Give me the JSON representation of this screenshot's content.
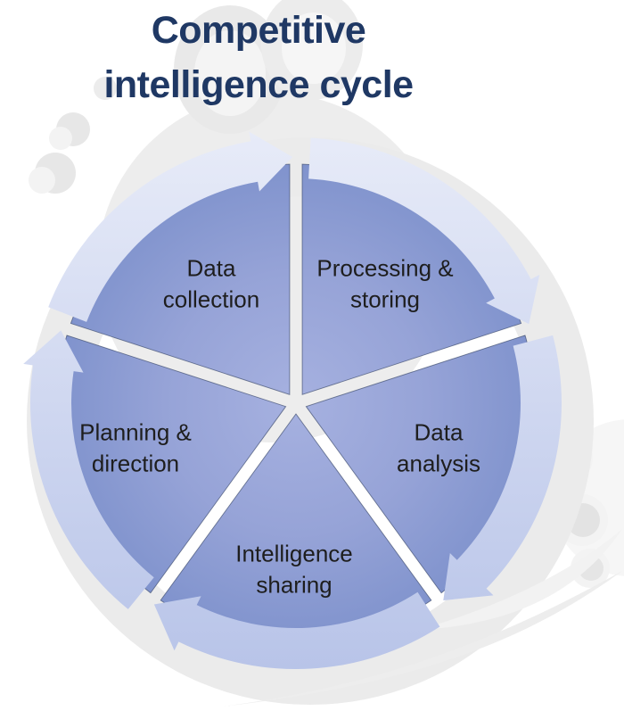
{
  "title": "Competitive intelligence cycle",
  "diagram": {
    "type": "segmented-cycle",
    "direction": "clockwise",
    "segments": [
      {
        "label": "Data collection",
        "position": "top-left"
      },
      {
        "label": "Processing & storing",
        "position": "top-right"
      },
      {
        "label": "Data analysis",
        "position": "right"
      },
      {
        "label": "Intelligence sharing",
        "position": "bottom"
      },
      {
        "label": "Planning & direction",
        "position": "left"
      }
    ]
  },
  "colors": {
    "background": "#ffffff",
    "title_text": "#1f3864",
    "label_text": "#1e1e1e",
    "wedge_fill_center": "#a6b1e0",
    "wedge_fill_edge": "#8093cd",
    "wedge_outline": "#3d4c6e",
    "arrow_band_light": "#e7ebf8",
    "arrow_band_dark": "#b7c3e8",
    "decoration_gray": "#ebebeb",
    "decoration_gray_light": "#f3f3f3"
  }
}
